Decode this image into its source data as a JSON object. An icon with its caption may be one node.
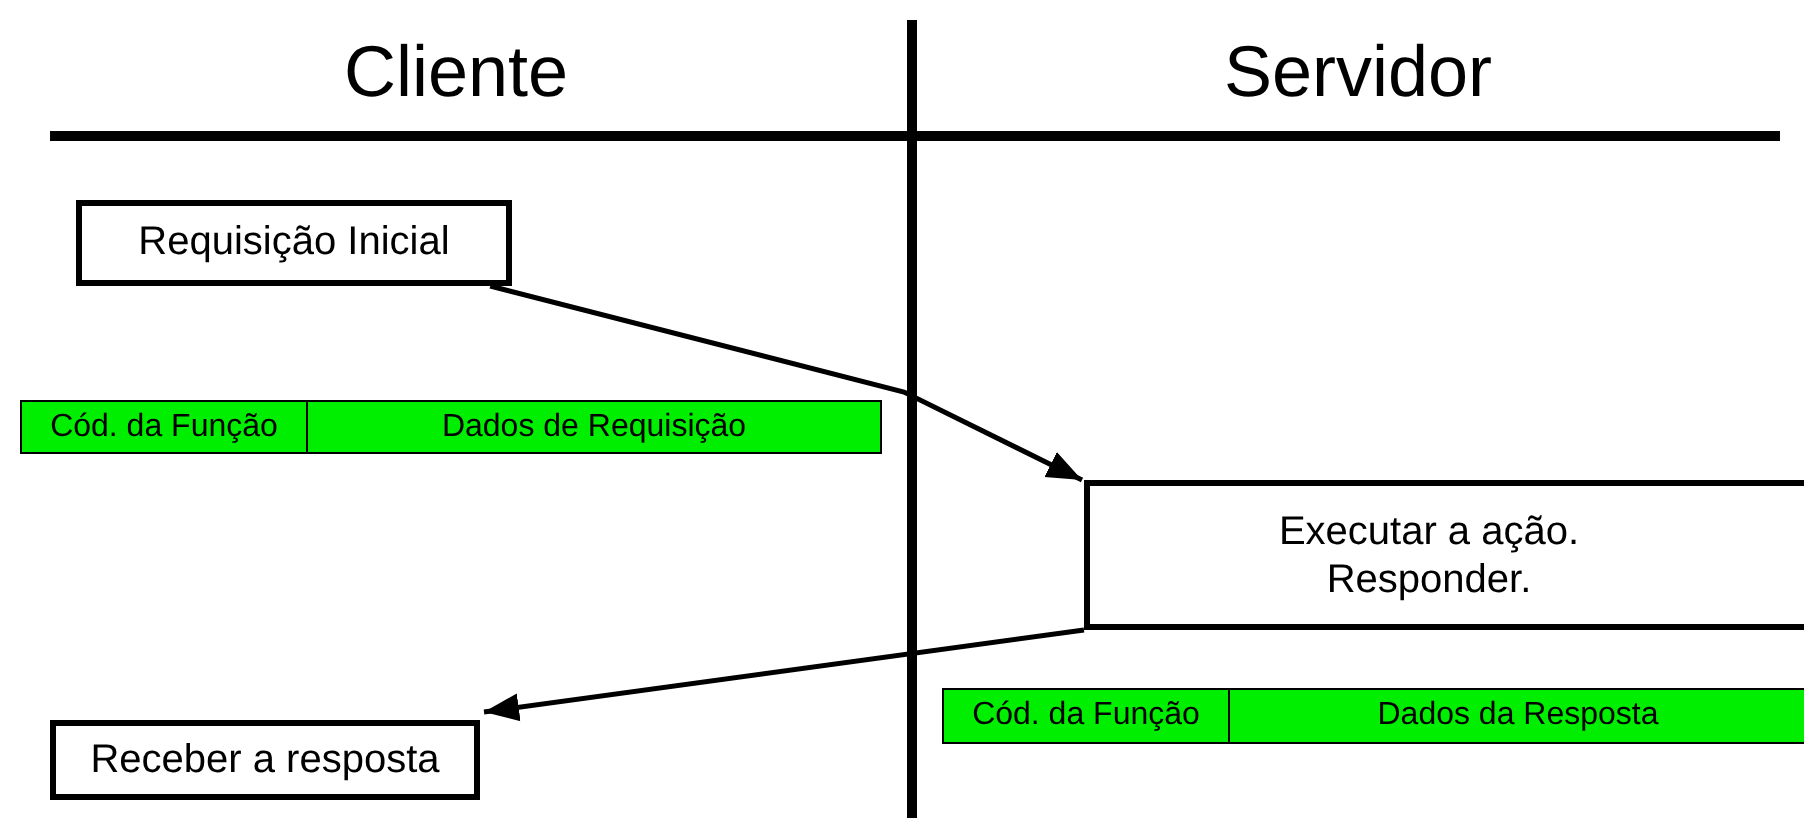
{
  "diagram": {
    "nodes": [
      {
        "text": [
          "Requisição Inicial"
        ]
      },
      {
        "text": [
          "Cód. da Função"
        ]
      },
      {
        "text": [
          "Dados de Requisição"
        ]
      },
      {
        "text": [
          "Executar a ação. Responder."
        ]
      },
      {
        "text": [
          "Cód. da Função"
        ]
      },
      {
        "text": [
          "Dados da Resposta"
        ]
      },
      {
        "text": [
          "Receber a resposta"
        ]
      }
    ],
    "edges": [
      {
        "from": 0,
        "to": 3,
        "arrow": "to"
      },
      {
        "from": 3,
        "to": 6,
        "arrow": "to"
      }
    ],
    "labels": [
      "Cliente",
      "Servidor"
    ]
  }
}
